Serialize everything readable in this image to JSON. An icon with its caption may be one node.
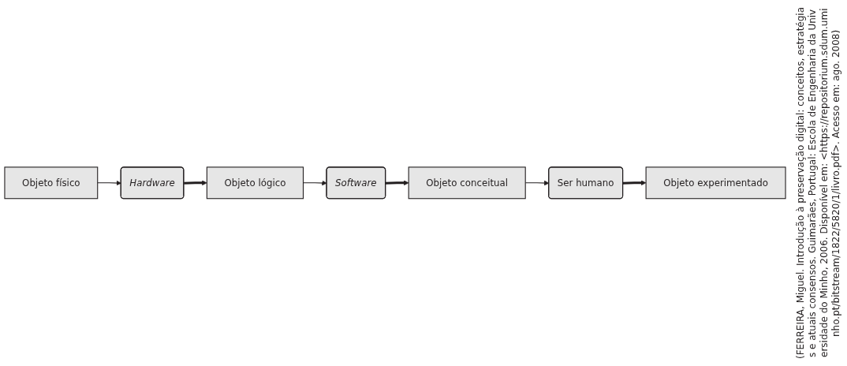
{
  "diagram": {
    "caption": "(FERREIRA, Miguel. Introdução à preservação digital: conceitos, estratégias e atuais consensos. Guimarães, Portugal: Escola de Engenharia da Universidade do Minho, 2006. Disponível em: <https://repositorium.sdum.uminho.pt/bitstream/1822/5820/1/livro.pdf>. Acesso em: ago. 2008)",
    "nodes": [
      {
        "text": [
          "Objeto físico"
        ]
      },
      {
        "text": [
          "Hardware"
        ]
      },
      {
        "text": [
          "Objeto lógico"
        ]
      },
      {
        "text": [
          "Software"
        ]
      },
      {
        "text": [
          "Objeto conceitual"
        ]
      },
      {
        "text": [
          "Ser humano"
        ]
      },
      {
        "text": [
          "Objeto experimentado"
        ]
      }
    ],
    "edges": [
      {
        "from": 0,
        "to": 1,
        "arrow": "to"
      },
      {
        "from": 1,
        "to": 2,
        "arrow": "to",
        "style": "thick"
      },
      {
        "from": 2,
        "to": 3,
        "arrow": "to"
      },
      {
        "from": 3,
        "to": 4,
        "arrow": "to",
        "style": "thick"
      },
      {
        "from": 4,
        "to": 5,
        "arrow": "to"
      },
      {
        "from": 5,
        "to": 6,
        "arrow": "to",
        "style": "thick"
      }
    ]
  }
}
